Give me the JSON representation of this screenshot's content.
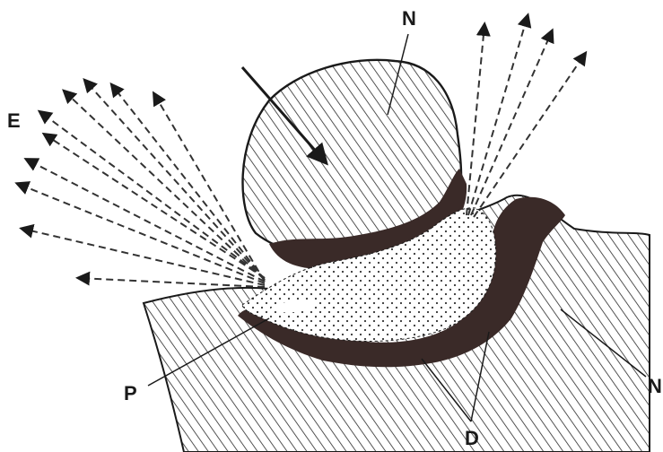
{
  "labels": {
    "top_n": "N",
    "left_e": "E",
    "bottom_p": "P",
    "bottom_d": "D",
    "right_n": "N"
  },
  "colors": {
    "ink": "#1a1a1a",
    "dark_zone": "#3a2a28",
    "background": "#ffffff"
  },
  "icons": {
    "incoming_arrow": "arrow-icon",
    "emission_rays": "dashed-arrow-icon"
  }
}
